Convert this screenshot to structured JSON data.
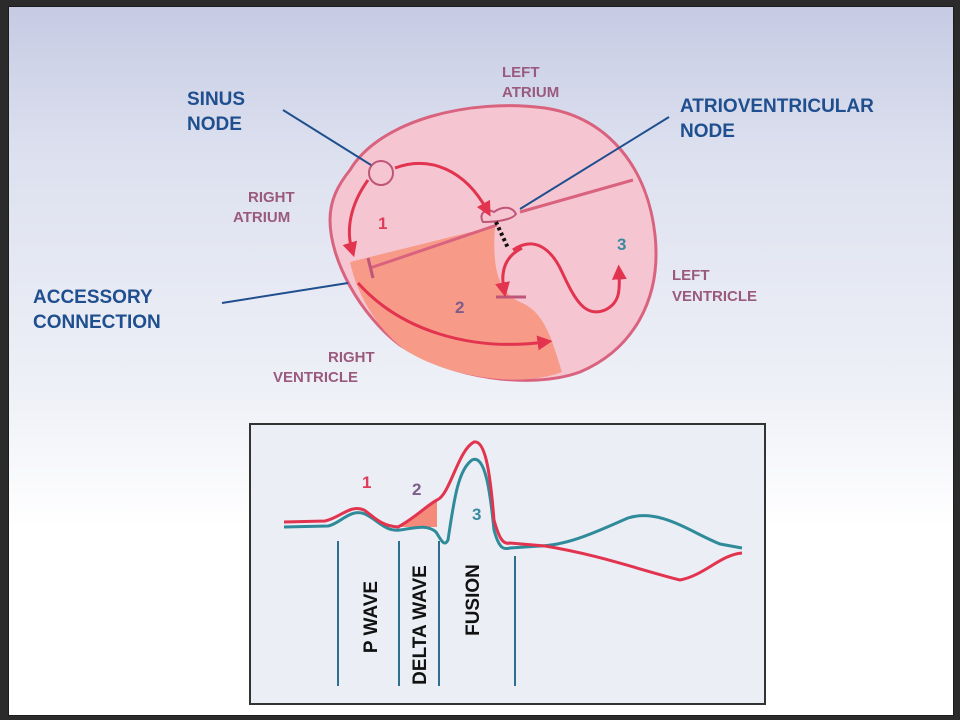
{
  "heart": {
    "left_atrium": [
      "LEFT",
      "ATRIUM"
    ],
    "sinus_node": [
      "SINUS",
      "NODE"
    ],
    "av_node": [
      "ATRIOVENTRICULAR",
      "NODE"
    ],
    "right_atrium": [
      "RIGHT",
      "ATRIUM"
    ],
    "accessory_connection": [
      "ACCESSORY",
      "CONNECTION"
    ],
    "left_ventricle": [
      "LEFT",
      "VENTRICLE"
    ],
    "right_ventricle": [
      "RIGHT",
      "VENTRICLE"
    ],
    "path_numbers": [
      "1",
      "2",
      "3"
    ]
  },
  "ecg": {
    "wave_numbers": [
      "1",
      "2",
      "3"
    ],
    "phases": [
      "P WAVE",
      "DELTA WAVE",
      "FUSION"
    ]
  },
  "colors": {
    "red": "#e2334f",
    "teal": "#2f8b9a",
    "blue_label": "#1f4f8e",
    "purple_label": "#9a5a7e",
    "heart_fill": "#f4c3cf",
    "heart_border": "#d9637f",
    "ventricle_fill": "#f79a88"
  }
}
